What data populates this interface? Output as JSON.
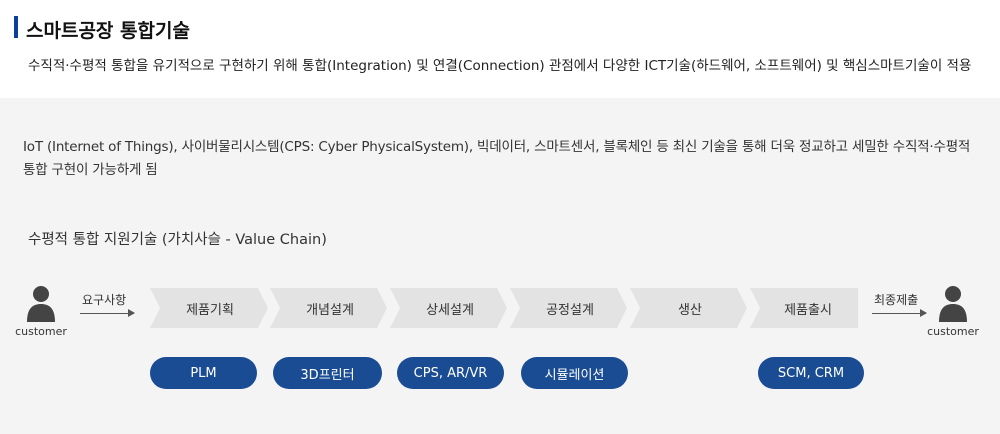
{
  "header": {
    "title": "스마트공장 통합기술",
    "subtitle": "수직적·수평적 통합을 유기적으로 구현하기 위해 통합(Integration) 및 연결(Connection) 관점에서 다양한 ICT기술(하드웨어, 소프트웨어) 및 핵심스마트기술이 적용"
  },
  "body": {
    "description": "IoT (Internet of Things), 사이버물리시스템(CPS: Cyber PhysicalSystem), 빅데이터, 스마트센서, 블록체인 등 최신 기술을 통해 더욱 정교하고 세밀한 수직적·수평적 통합 구현이 가능하게 됨",
    "value_chain_title": "수평적 통합 지원기술 (가치사슬 - Value Chain)"
  },
  "diagram": {
    "customer_left": "customer",
    "customer_right": "customer",
    "arrow_in_label": "요구사항",
    "arrow_out_label": "최종제출",
    "stages": [
      "제품기획",
      "개념설계",
      "상세설계",
      "공정설계",
      "생산",
      "제품출시"
    ],
    "technologies": [
      "PLM",
      "3D프린터",
      "CPS, AR/VR",
      "시뮬레이션",
      "SCM, CRM"
    ],
    "colors": {
      "pill": "#1a4c94",
      "chevron": "#e3e3e3",
      "title_bar": "#0a3f9c"
    }
  }
}
